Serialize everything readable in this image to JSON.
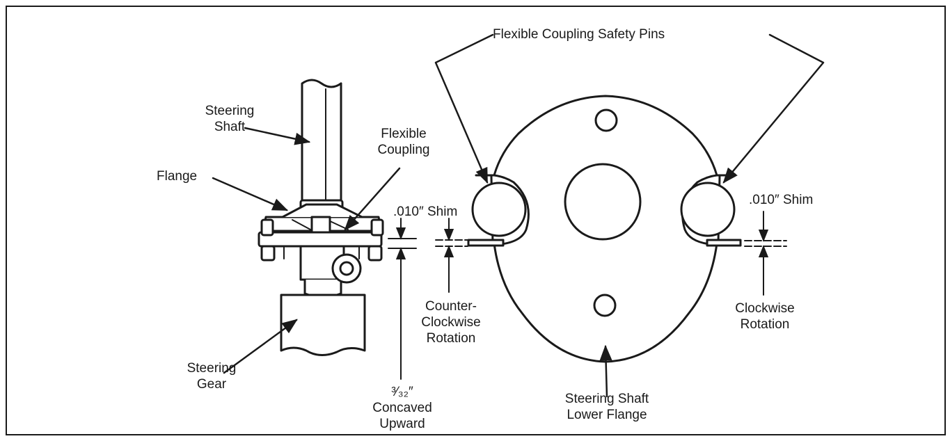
{
  "labels": {
    "safety_pins": "Flexible Coupling Safety Pins",
    "steering_shaft": [
      "Steering",
      "Shaft"
    ],
    "flexible_coupling": [
      "Flexible",
      "Coupling"
    ],
    "flange": "Flange",
    "shim_left": ".010″ Shim",
    "shim_right": ".010″ Shim",
    "ccw_rotation": [
      "Counter-",
      "Clockwise",
      "Rotation"
    ],
    "cw_rotation": [
      "Clockwise",
      "Rotation"
    ],
    "steering_gear": [
      "Steering",
      "Gear"
    ],
    "concave": [
      "³⁄₃₂″",
      "Concaved",
      "Upward"
    ],
    "lower_flange": [
      "Steering Shaft",
      "Lower Flange"
    ]
  },
  "colors": {
    "ink": "#1a1a1a",
    "paper": "#ffffff"
  }
}
